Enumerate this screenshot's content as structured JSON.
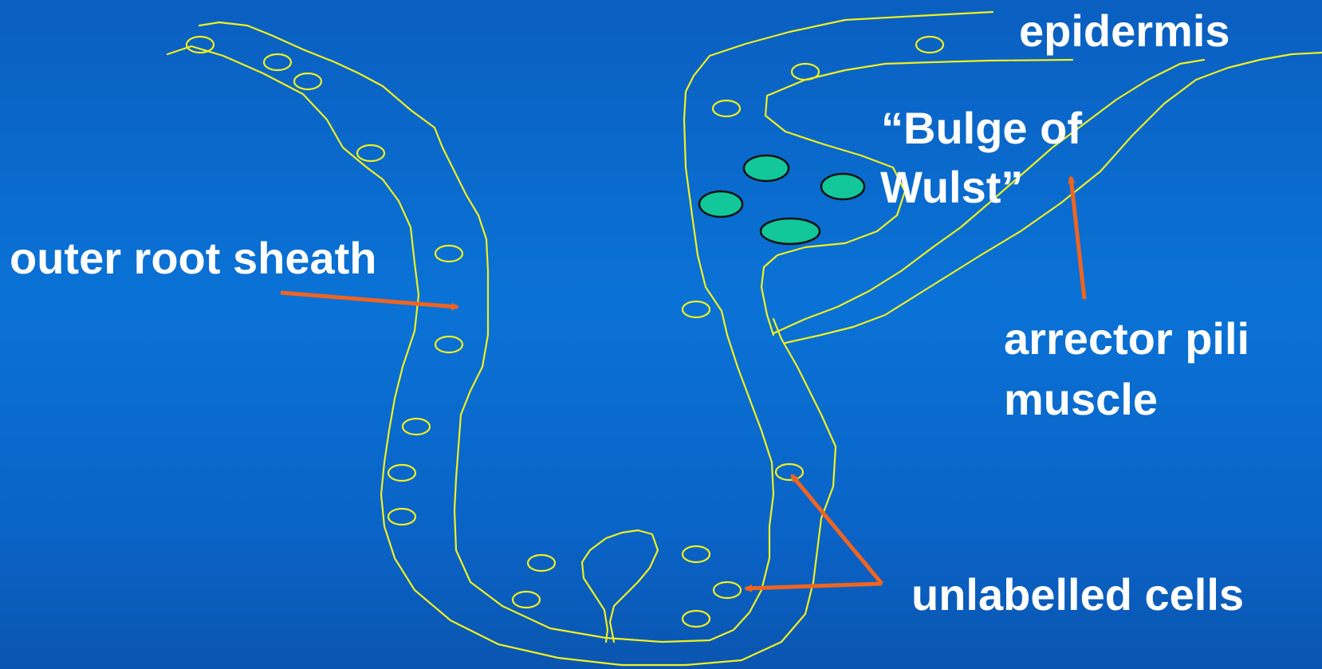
{
  "labels": {
    "epidermis": "epidermis",
    "bulge_line1": "“Bulge of",
    "bulge_line2": "Wulst”",
    "outer_root_sheath": "outer root sheath",
    "arrector_line1": "arrector pili",
    "arrector_line2": "muscle",
    "unlabelled_cells": "unlabelled cells"
  },
  "colors": {
    "background": "#0a6cd0",
    "outline": "#f0f020",
    "stem_cell_fill": "#12c79a",
    "arrow": "#f06420",
    "text": "#ffffff"
  }
}
